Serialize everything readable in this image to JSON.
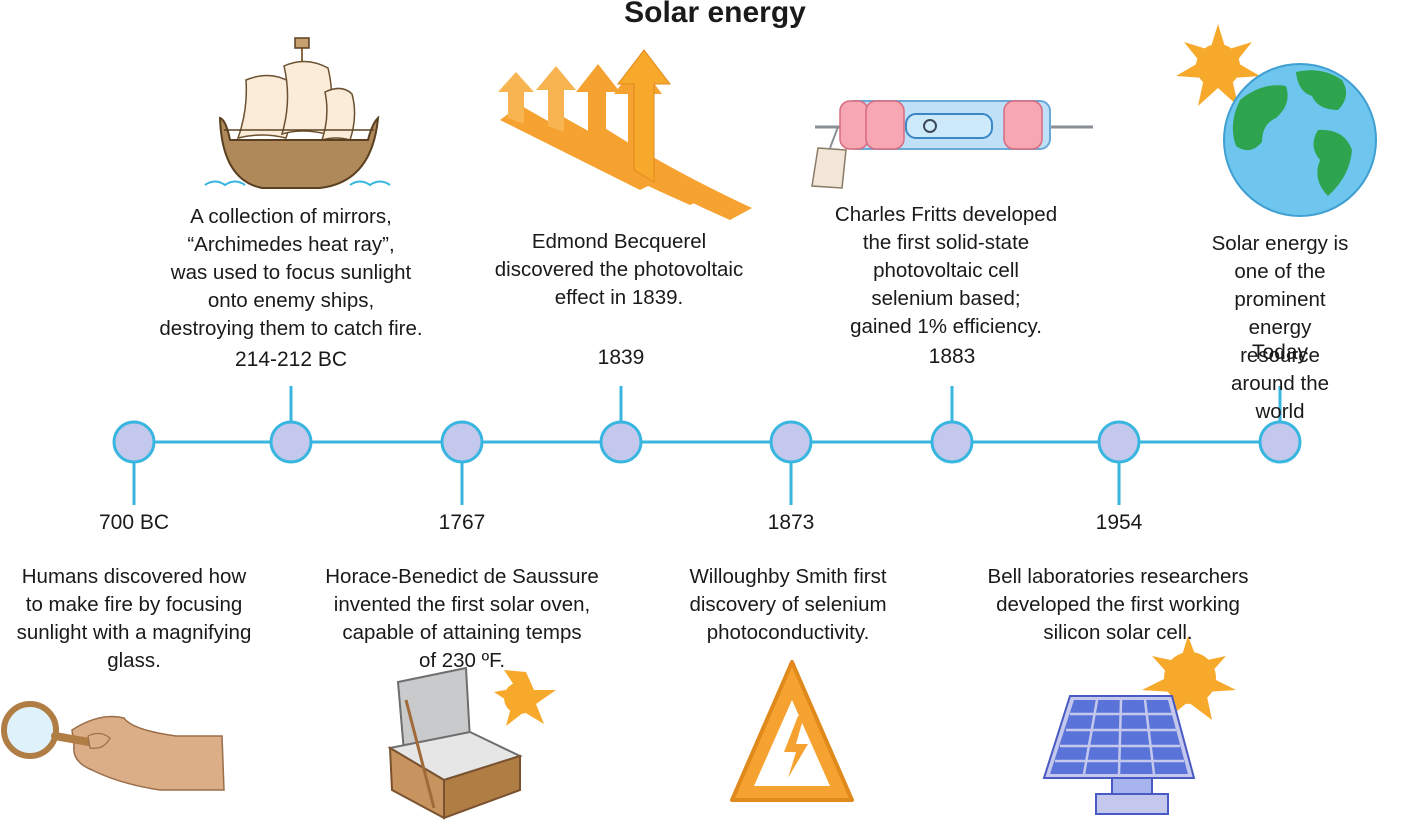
{
  "title": "Solar energy",
  "colors": {
    "line": "#38b6e0",
    "node_fill": "#c3c8ec",
    "sun": "#f7a92c",
    "arrow": "#f5a230",
    "hull": "#b0895a",
    "sail": "#faecd8",
    "panel": "#5a73d9",
    "earth_ocean": "#6ec6ee",
    "earth_land": "#2fa44f"
  },
  "events": [
    {
      "year": "700 BC",
      "text": "Humans discovered how\nto make fire by focusing\nsunlight with a magnifying\nglass.",
      "icon": "magnifying-glass-icon"
    },
    {
      "year": "214-212 BC",
      "text": "A collection of mirrors,\n“Archimedes heat ray”,\nwas used to focus sunlight\nonto enemy ships,\ndestroying them to catch fire.",
      "icon": "sailing-ship-icon"
    },
    {
      "year": "1767",
      "text": "Horace-Benedict de Saussure\ninvented the first solar oven,\ncapable of attaining temps\nof 230 ºF.",
      "icon": "solar-oven-icon"
    },
    {
      "year": "1839",
      "text": "Edmond Becquerel\ndiscovered the photovoltaic\neffect in 1839.",
      "icon": "photovoltaic-arrows-icon"
    },
    {
      "year": "1873",
      "text": "Willoughby Smith first\ndiscovery of selenium\nphotoconductivity.",
      "icon": "high-voltage-warning-icon"
    },
    {
      "year": "1883",
      "text": "Charles Fritts developed\nthe first solid-state\nphotovoltaic cell\nselenium based;\ngained 1% efficiency.",
      "icon": "selenium-cell-icon"
    },
    {
      "year": "1954",
      "text": "Bell laboratories researchers\ndeveloped the first working\nsilicon solar cell.",
      "icon": "solar-panel-icon"
    },
    {
      "year": "Today",
      "text": "Solar energy is one of the\nprominent energy resource\naround the world",
      "icon": "earth-sun-icon"
    }
  ]
}
